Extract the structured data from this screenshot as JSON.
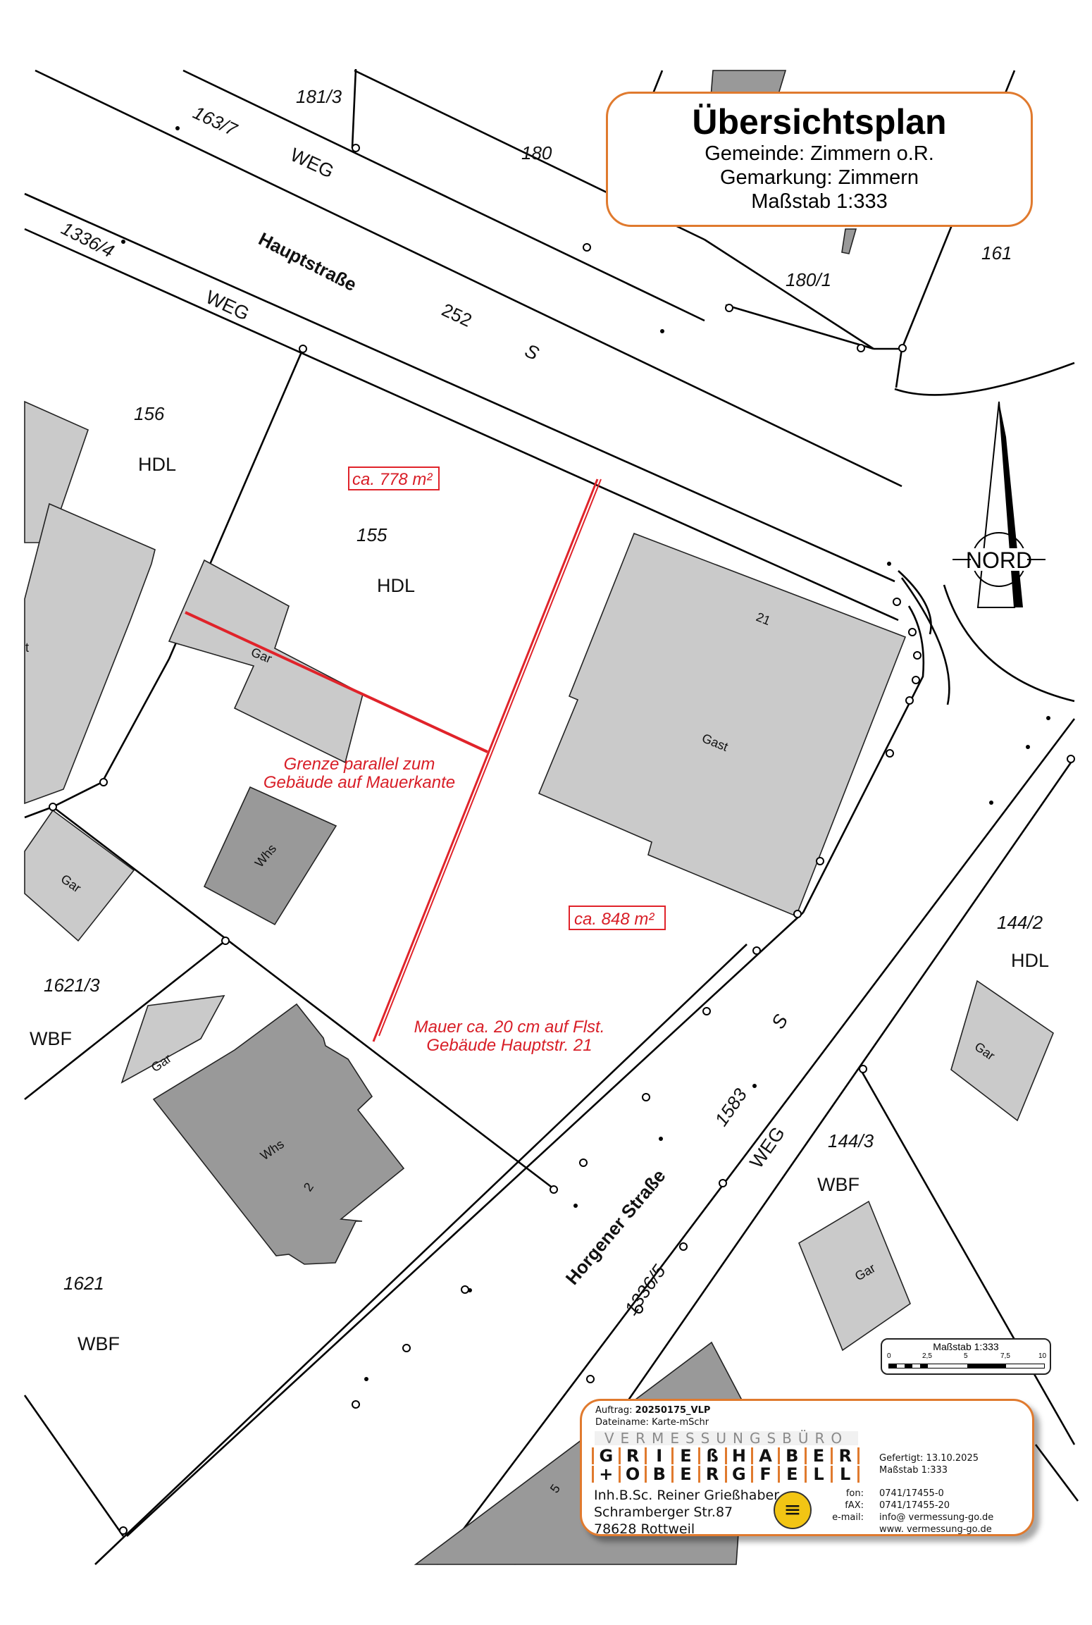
{
  "title_box": {
    "title": "Übersichtsplan",
    "gemeinde": "Gemeinde: Zimmern o.R.",
    "gemarkung": "Gemarkung: Zimmern",
    "massstab": "Maßstab 1:333"
  },
  "north_arrow": {
    "label": "NORD",
    "icon": "north-arrow-icon"
  },
  "streets": [
    {
      "name": "Hauptstraße"
    },
    {
      "name": "Horgener Straße"
    }
  ],
  "parcels": {
    "p181_3": "181/3",
    "p163_7": "163/7",
    "p180": "180",
    "p1336_4": "1336/4",
    "p252": "252",
    "p180_1": "180/1",
    "p161": "161",
    "p156": "156",
    "p155": "155",
    "p144_2": "144/2",
    "p1621_3": "1621/3",
    "p1621": "1621",
    "p1583": "1583",
    "p144_3": "144/3",
    "p1336_5": "1336/5"
  },
  "uses": {
    "weg": "WEG",
    "s": "S",
    "hdl": "HDL",
    "wbf": "WBF"
  },
  "buildings": {
    "gar": "Gar",
    "whs": "Whs",
    "gast": "Gast",
    "nr21": "21",
    "nr2": "2",
    "nr5": "5",
    "partial_t": "t"
  },
  "annotations": {
    "area_north": "ca. 778 m²",
    "area_south": "ca. 848 m²",
    "boundary_note_1": "Grenze parallel zum",
    "boundary_note_2": "Gebäude auf Mauerkante",
    "wall_note_1": "Mauer ca. 20 cm auf Flst.",
    "wall_note_2": "Gebäude Hauptstr. 21",
    "annotation_color": "#e0232a"
  },
  "scale_bar": {
    "title": "Maßstab 1:333",
    "ticks": [
      "0",
      "2,5",
      "5",
      "7,5",
      "10"
    ]
  },
  "footer": {
    "auftrag_label": "Auftrag:",
    "auftrag_value": "20250175_VLP",
    "dateiname": "Dateiname: Karte-mSchr",
    "logo_top": "VERMESSUNGSBÜRO",
    "logo_row1": [
      "G",
      "R",
      "I",
      "E",
      "ß",
      "H",
      "A",
      "B",
      "E",
      "R"
    ],
    "logo_row2": [
      "+",
      "O",
      "B",
      "E",
      "R",
      "G",
      "F",
      "E",
      "L",
      "L"
    ],
    "owner": "Inh.B.Sc. Reiner Grießhaber",
    "street": "Schramberger Str.87",
    "city": "78628 Rottweil",
    "gefertigt": "Gefertigt:  13.10.2025",
    "massstab": "Maßstab 1:333",
    "fon_label": "fon:",
    "fon": "0741/17455-0",
    "fax_label": "fAX:",
    "fax": "0741/17455-20",
    "email_label": "e-mail:",
    "email": "info@ vermessung-go.de",
    "web": "www. vermessung-go.de",
    "crest_icon": "bw-coat-of-arms-icon",
    "accent_color": "#e07a2e"
  }
}
